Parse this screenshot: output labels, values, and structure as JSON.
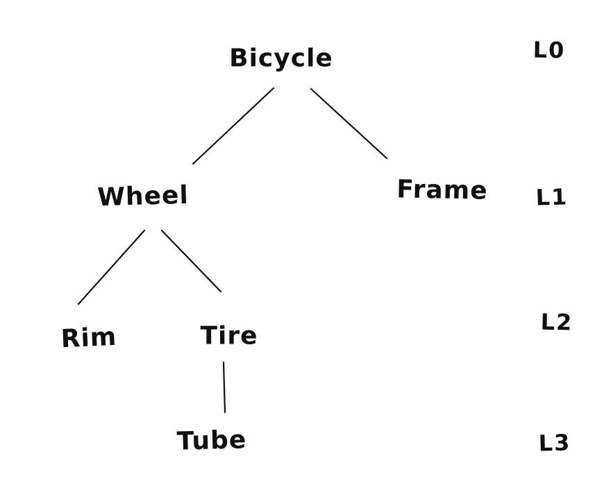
{
  "diagram": {
    "type": "tree",
    "background_color": "#ffffff",
    "ink_color": "#111111",
    "nodes": {
      "bicycle": {
        "label": "Bicycle",
        "level": "L0"
      },
      "wheel": {
        "label": "Wheel",
        "level": "L1"
      },
      "frame": {
        "label": "Frame",
        "level": "L1"
      },
      "rim": {
        "label": "Rim",
        "level": "L2"
      },
      "tire": {
        "label": "Tire",
        "level": "L2"
      },
      "tube": {
        "label": "Tube",
        "level": "L3"
      }
    },
    "edges": [
      {
        "from": "Bicycle",
        "to": "Wheel"
      },
      {
        "from": "Bicycle",
        "to": "Frame"
      },
      {
        "from": "Wheel",
        "to": "Rim"
      },
      {
        "from": "Wheel",
        "to": "Tire"
      },
      {
        "from": "Tire",
        "to": "Tube"
      }
    ],
    "level_labels": {
      "l0": "L0",
      "l1": "L1",
      "l2": "L2",
      "l3": "L3"
    }
  }
}
